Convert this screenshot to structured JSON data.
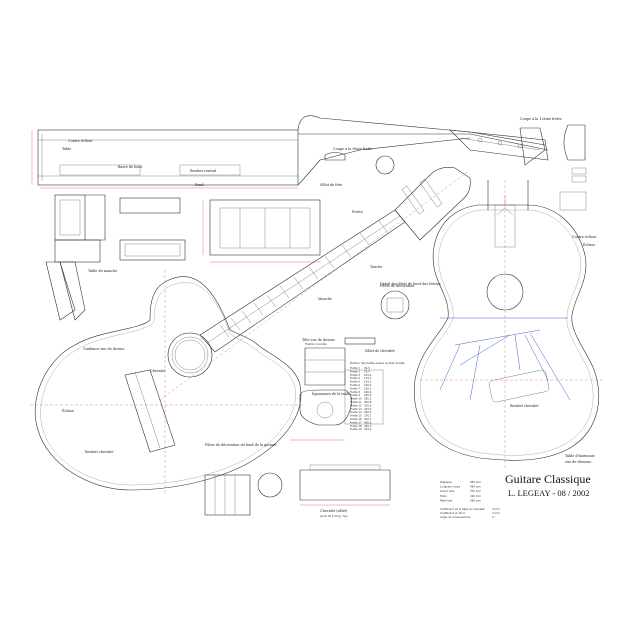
{
  "title": "Guitare Classique",
  "subtitle": "L. LEGEAY - 08 / 2002",
  "labels": {
    "table": "Table",
    "contre_eclisse": "Contre éclisse",
    "barre_de_fond": "Barre de fond",
    "renfort_central": "Renfort central",
    "fond": "Fond",
    "coupe_manche": "Coupe à la 9ème frette",
    "coupe_12": "Coupe à la 12ème frette",
    "sillet_tete": "Sillet de tête",
    "touche": "Touche",
    "frette": "Frette",
    "manche": "Manche",
    "detail_filets": "Détail des filets de bord des frettes",
    "table_manche": "Table du manche",
    "guidance": "Guidance vue de dessus",
    "chevalet": "Chevalet",
    "tete_dessus": "Tête vue de dessus",
    "tete_sub": "Fixation à la tête",
    "sillet_chevalet": "Sillet de chevalet",
    "epaisseur": "Épaisseurs de la table",
    "filets_decoration": "Filets de décoration du fond de la guitare",
    "eclisse": "Éclisse",
    "renfort_chevalet": "Renfort chevalet",
    "table_harmonie": "Table d'harmonie",
    "table_harmonie_sub": "vue de dessous",
    "chevalet_bottom": "Chevalet (sillet)",
    "chevalet_bottom_sub": "poids 18 à 20 gr max",
    "filets_rosace": "Filets de décoration",
    "position_frettes": "Position des frettes depuis le sillet de tête",
    "diapason": "Diapason",
    "longueur_corps": "Longueur corps",
    "grand_lobe": "Grand lobe",
    "taille": "Taille",
    "petit_lobe": "Petit lobe",
    "contre_eclisse_right": "Contre éclisse",
    "eclisse_right": "Éclisse",
    "renfort_right": "Renfort chevalet",
    "specs_note1": "Coefficient de la table au chevalet",
    "specs_note2": "Coefficient du fond",
    "specs_note3": "Angle de renversement"
  },
  "dimensions": [
    {
      "name": "Diapason",
      "value": "650 mm"
    },
    {
      "name": "Longueur corps",
      "value": "489 mm"
    },
    {
      "name": "Grand lobe",
      "value": "370 mm"
    },
    {
      "name": "Taille",
      "value": "240 mm"
    },
    {
      "name": "Petit lobe",
      "value": "280 mm"
    }
  ],
  "specs_values": [
    "4 mm",
    "4 mm",
    "1°"
  ],
  "frets": [
    {
      "n": "Frette 1",
      "v": "36,5"
    },
    {
      "n": "Frette 2",
      "v": "70,9"
    },
    {
      "n": "Frette 3",
      "v": "103,4"
    },
    {
      "n": "Frette 4",
      "v": "134,1"
    },
    {
      "n": "Frette 5",
      "v": "163,1"
    },
    {
      "n": "Frette 6",
      "v": "190,4"
    },
    {
      "n": "Frette 7",
      "v": "216,2"
    },
    {
      "n": "Frette 8",
      "v": "240,6"
    },
    {
      "n": "Frette 9",
      "v": "263,6"
    },
    {
      "n": "Frette 10",
      "v": "285,3"
    },
    {
      "n": "Frette 11",
      "v": "305,8"
    },
    {
      "n": "Frette 12",
      "v": "325,0"
    },
    {
      "n": "Frette 13",
      "v": "343,3"
    },
    {
      "n": "Frette 14",
      "v": "360,5"
    },
    {
      "n": "Frette 15",
      "v": "376,7"
    },
    {
      "n": "Frette 16",
      "v": "392,1"
    },
    {
      "n": "Frette 17",
      "v": "406,6"
    },
    {
      "n": "Frette 18",
      "v": "420,3"
    },
    {
      "n": "Frette 19",
      "v": "433,2"
    }
  ]
}
